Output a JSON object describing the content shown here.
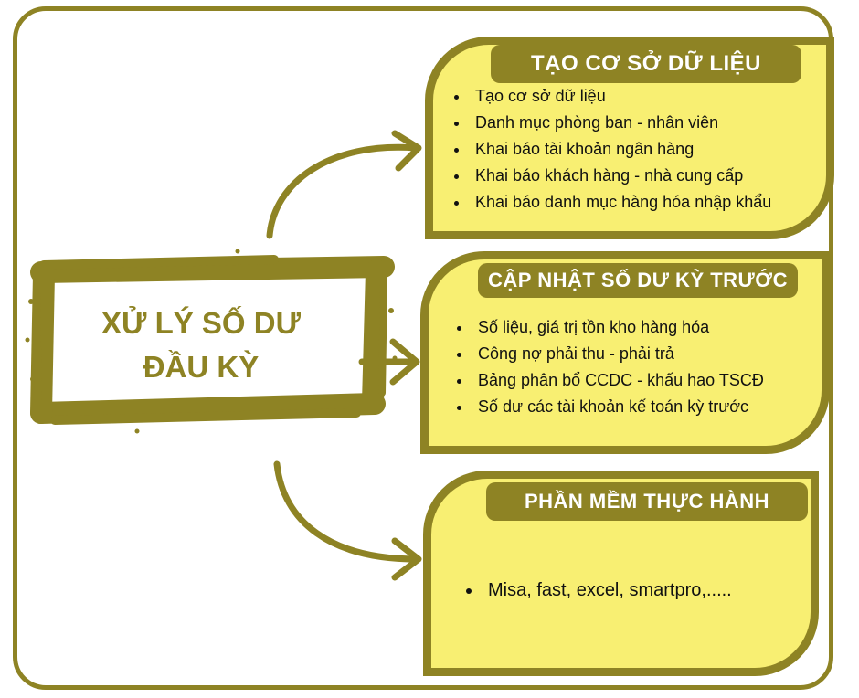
{
  "colors": {
    "accent": "#8e8324",
    "card_fill": "#f8ef72",
    "text": "#111111"
  },
  "center": {
    "line1": "XỬ LÝ SỐ DƯ",
    "line2": "ĐẦU KỲ"
  },
  "sections": [
    {
      "title": "TẠO CƠ SỞ DỮ LIỆU",
      "items": [
        "Tạo cơ sở dữ liệu",
        "Danh mục phòng ban - nhân viên",
        "Khai báo tài khoản ngân hàng",
        "Khai báo khách hàng - nhà cung cấp",
        "Khai báo danh mục hàng hóa nhập khẩu"
      ]
    },
    {
      "title": "CẬP NHẬT SỐ DƯ KỲ TRƯỚC",
      "items": [
        "Số liệu, giá trị tồn kho hàng hóa",
        "Công nợ phải thu - phải trả",
        "Bảng phân bổ CCDC - khấu hao TSCĐ",
        "Số dư các tài khoản kế toán kỳ trước"
      ]
    },
    {
      "title": "PHẦN MỀM THỰC HÀNH",
      "items": [
        "Misa, fast, excel, smartpro,....."
      ]
    }
  ]
}
